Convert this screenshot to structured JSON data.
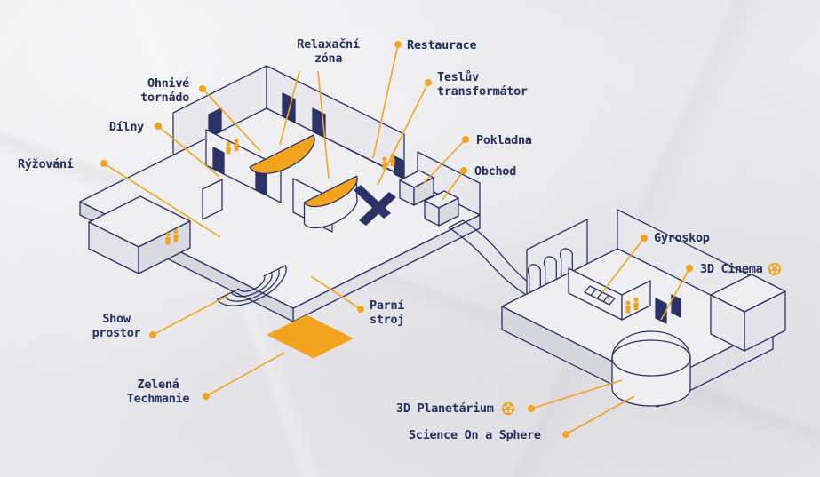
{
  "page": {
    "kind": "isometric facility map",
    "background": "#e9e9ed"
  },
  "colors": {
    "line": "#2b3268",
    "text": "#242e60",
    "accent": "#f2a41f"
  },
  "labels": {
    "relaxacni_zona": "Relaxační\nzóna",
    "restaurace": "Restaurace",
    "ohnive_tornado": "Ohnivé\ntornádo",
    "tesluv_transformator": "Teslův\ntransformátor",
    "dilny": "Dílny",
    "pokladna": "Pokladna",
    "ryzovani": "Rýžování",
    "obchod": "Obchod",
    "gyroskop": "Gyroskop",
    "cinema_3d": "3D Cinema",
    "show_prostor": "Show\nprostor",
    "parni_stroj": "Parní\nstroj",
    "zelena_techmanie": "Zelená\nTechmanie",
    "planetarium_3d": "3D Planetárium",
    "science_on_a_sphere": "Science On a Sphere"
  },
  "icons": {
    "cinema_reel": "film-reel-icon",
    "planetarium_reel": "film-reel-icon",
    "visitor_figures": "person-icon"
  }
}
